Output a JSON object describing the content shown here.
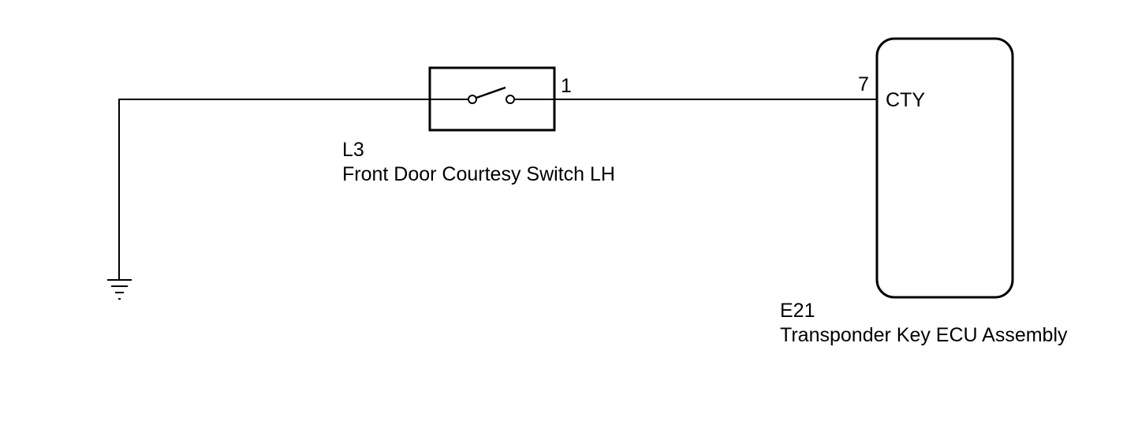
{
  "colors": {
    "line": "#000000",
    "background": "#ffffff"
  },
  "switch": {
    "code": "L3",
    "name": "Front Door Courtesy Switch LH",
    "pin": "1"
  },
  "ecu": {
    "code": "E21",
    "name": "Transponder Key ECU Assembly",
    "pin": "7",
    "terminal": "CTY"
  },
  "ground": {
    "icon": "ground-icon"
  }
}
